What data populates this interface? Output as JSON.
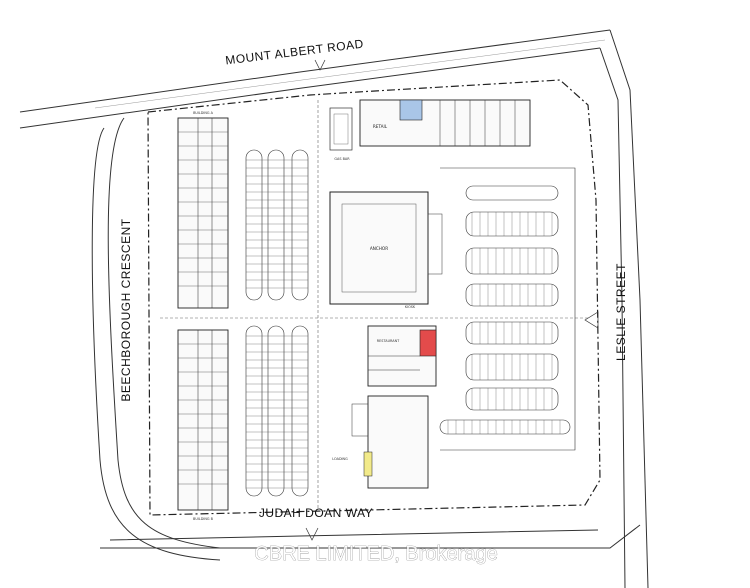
{
  "roads": {
    "north": "MOUNT ALBERT ROAD",
    "west": "BEECHBOROUGH CRESCENT",
    "east": "LESLIE STREET",
    "south": "JUDAH DOAN WAY"
  },
  "labels": {
    "gas_bar": "GAS BAR",
    "kiosk": "KIOSK",
    "restaurant": "RESTAURANT",
    "loading": "LOADING",
    "building_a": "BUILDING A",
    "building_b": "BUILDING B",
    "anchor": "ANCHOR",
    "retail": "RETAIL"
  },
  "watermark": "CBRE LIMITED, Brokerage",
  "colors": {
    "line": "#1a1a1a",
    "highlight_blue": "#a9c6e8",
    "highlight_red": "#e34b4b",
    "highlight_yellow": "#f2ea8a",
    "road": "#ffffff"
  }
}
